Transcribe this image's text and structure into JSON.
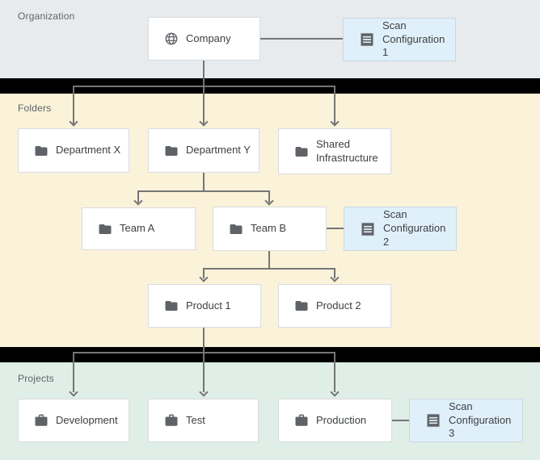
{
  "sections": {
    "organization": {
      "label": "Organization"
    },
    "folders": {
      "label": "Folders"
    },
    "projects": {
      "label": "Projects"
    }
  },
  "nodes": {
    "company": {
      "label": "Company",
      "icon": "globe-icon"
    },
    "scan_config_1": {
      "lines": [
        "Scan",
        "Configuration 1"
      ],
      "icon": "scan-receipt-icon"
    },
    "department_x": {
      "label": "Department X",
      "icon": "folder-icon"
    },
    "department_y": {
      "label": "Department Y",
      "icon": "folder-icon"
    },
    "shared_infrastructure": {
      "lines": [
        "Shared",
        "Infrastructure"
      ],
      "icon": "folder-icon"
    },
    "team_a": {
      "label": "Team A",
      "icon": "folder-icon"
    },
    "team_b": {
      "label": "Team B",
      "icon": "folder-icon"
    },
    "scan_config_2": {
      "lines": [
        "Scan",
        "Configuration 2"
      ],
      "icon": "scan-receipt-icon"
    },
    "product_1": {
      "label": "Product 1",
      "icon": "folder-icon"
    },
    "product_2": {
      "label": "Product 2",
      "icon": "folder-icon"
    },
    "development": {
      "label": "Development",
      "icon": "briefcase-icon"
    },
    "test": {
      "label": "Test",
      "icon": "briefcase-icon"
    },
    "production": {
      "label": "Production",
      "icon": "briefcase-icon"
    },
    "scan_config_3": {
      "lines": [
        "Scan",
        "Configuration 3"
      ],
      "icon": "scan-receipt-icon"
    }
  },
  "edges": [
    {
      "from": "Company",
      "to": "Scan Configuration 1",
      "style": "plain"
    },
    {
      "from": "Company",
      "to": "Department X",
      "style": "arrow"
    },
    {
      "from": "Company",
      "to": "Department Y",
      "style": "arrow"
    },
    {
      "from": "Company",
      "to": "Shared Infrastructure",
      "style": "arrow"
    },
    {
      "from": "Department Y",
      "to": "Team A",
      "style": "arrow"
    },
    {
      "from": "Department Y",
      "to": "Team B",
      "style": "arrow"
    },
    {
      "from": "Team B",
      "to": "Scan Configuration 2",
      "style": "plain"
    },
    {
      "from": "Team B",
      "to": "Product 1",
      "style": "arrow"
    },
    {
      "from": "Team B",
      "to": "Product 2",
      "style": "arrow"
    },
    {
      "from": "Product 1",
      "to": "Development",
      "style": "arrow"
    },
    {
      "from": "Product 1",
      "to": "Test",
      "style": "arrow"
    },
    {
      "from": "Product 1",
      "to": "Production",
      "style": "arrow"
    },
    {
      "from": "Production",
      "to": "Scan Configuration 3",
      "style": "plain"
    }
  ],
  "colors": {
    "organization-bg": "#e8ebee",
    "folders-bg": "#faf3d9",
    "projects-bg": "#dfeee6",
    "separator-bg": "#000000",
    "node-bg": "#ffffff",
    "node-border": "#d9dbdf",
    "scan-node-bg": "#e0f0fa",
    "scan-node-border": "#c9d7e1",
    "connector": "#757575",
    "icon": "#5f6368",
    "node-text": "#3c4043",
    "section-label-text": "#5f6368"
  }
}
